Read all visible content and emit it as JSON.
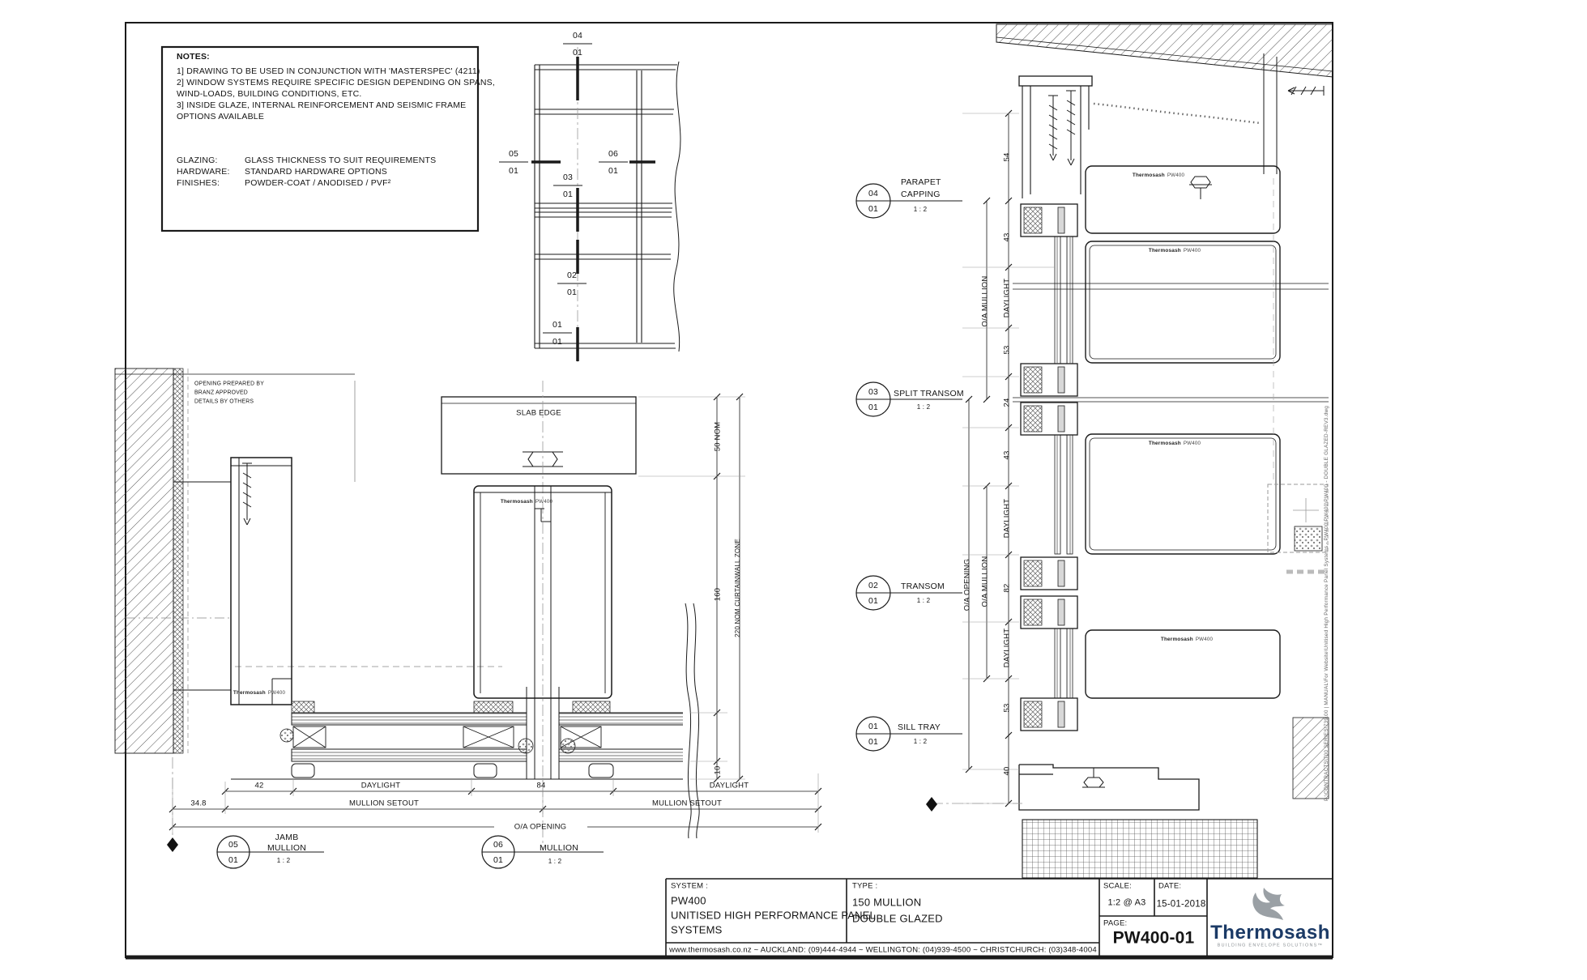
{
  "colors": {
    "line": "#1a1a1a",
    "light_line": "#8a8a8a",
    "logo_navy": "#1b3a66",
    "logo_gray": "#9aa0a5"
  },
  "notes": {
    "title": "NOTES:",
    "line1": "1] DRAWING TO BE USED IN CONJUNCTION WITH 'MASTERSPEC' (4211)",
    "line2": "2] WINDOW SYSTEMS REQUIRE SPECIFIC DESIGN DEPENDING ON SPANS,",
    "line3": "WIND-LOADS, BUILDING CONDITIONS, ETC.",
    "line4": "3] INSIDE GLAZE, INTERNAL REINFORCEMENT AND SEISMIC FRAME",
    "line5": "OPTIONS AVAILABLE",
    "glazing_label": "GLAZING:",
    "glazing_value": "GLASS THICKNESS TO SUIT REQUIREMENTS",
    "hardware_label": "HARDWARE:",
    "hardware_value": "STANDARD HARDWARE OPTIONS",
    "finishes_label": "FINISHES:",
    "finishes_value": "POWDER-COAT / ANODISED / PVF²"
  },
  "key_plan": {
    "m04": {
      "num": "04",
      "sheet": "01"
    },
    "m05": {
      "num": "05",
      "sheet": "01"
    },
    "m03": {
      "num": "03",
      "sheet": "01"
    },
    "m06": {
      "num": "06",
      "sheet": "01"
    },
    "m02": {
      "num": "02",
      "sheet": "01"
    },
    "m01": {
      "num": "01",
      "sheet": "01"
    }
  },
  "details": {
    "parapet": {
      "num": "04",
      "sheet": "01",
      "name1": "PARAPET",
      "name2": "CAPPING",
      "scale": "1 : 2"
    },
    "split": {
      "num": "03",
      "sheet": "01",
      "name": "SPLIT TRANSOM",
      "scale": "1 : 2"
    },
    "transom": {
      "num": "02",
      "sheet": "01",
      "name": "TRANSOM",
      "scale": "1 : 2"
    },
    "sill": {
      "num": "01",
      "sheet": "01",
      "name": "SILL TRAY",
      "scale": "1 : 2"
    },
    "jamb": {
      "num": "05",
      "sheet": "01",
      "name1": "JAMB",
      "name2": "MULLION",
      "scale": "1 : 2"
    },
    "mullion": {
      "num": "06",
      "sheet": "01",
      "name": "MULLION",
      "scale": "1 : 2"
    }
  },
  "dims_plan": {
    "d42": "42",
    "d84": "84",
    "d34_8": "34.8",
    "daylight_a": "DAYLIGHT",
    "daylight_b": "DAYLIGHT",
    "mullion_setout_a": "MULLION SETOUT",
    "mullion_setout_b": "MULLION SETOUT",
    "oa_opening": "O/A OPENING",
    "d160": "160",
    "d10": "10",
    "d50_nom": "50 NOM",
    "curtainwall_zone": "220 NOM CURTAINWALL ZONE",
    "slab_edge": "SLAB EDGE"
  },
  "site_note": {
    "l1": "OPENING PREPARED BY",
    "l2": "BRANZ APPROVED",
    "l3": "DETAILS BY OTHERS"
  },
  "dims_section": {
    "d54": "54",
    "d43_a": "43",
    "d53_a": "53",
    "d24": "24",
    "d43_b": "43",
    "d82": "82",
    "d53_b": "53",
    "d40": "40",
    "daylight_a": "DAYLIGHT",
    "daylight_b": "DAYLIGHT",
    "daylight_c": "DAYLIGHT",
    "oa_mullion_a": "O/A MULLION",
    "oa_mullion_b": "O/A MULLION",
    "oa_opening": "O/A OPENING"
  },
  "branding": {
    "name": "Thermosash",
    "product": "PW400"
  },
  "title_block": {
    "system_label": "SYSTEM :",
    "system_line1": "PW400",
    "system_line2": "UNITISED HIGH PERFORMANCE PANEL",
    "system_line3": "SYSTEMS",
    "type_label": "TYPE :",
    "type_line1": "150 MULLION",
    "type_line2": "DOUBLE GLAZED",
    "scale_label": "SCALE:",
    "scale_value": "1:2 @ A3",
    "date_label": "DATE:",
    "date_value": "15-01-2018",
    "page_label": "PAGE:",
    "page_value": "PW400-01",
    "contact": "www.thermosash.co.nz  ~  AUCKLAND: (09)444-4944  ~  WELLINGTON: (04)939-4500  ~  CHRISTCHURCH: (03)348-4004",
    "logo_text": "Thermosash",
    "logo_tagline": "BUILDING ENVELOPE SOLUTIONS™"
  },
  "file_path": "P:\\CONTRACTS\\700 SERIES\\739.00 | MANUAL\\For Website\\Unitised High Performance Panel Systems - PW400\\PW400\\PW400 - DOUBLE GLAZED-REV3.dwg"
}
